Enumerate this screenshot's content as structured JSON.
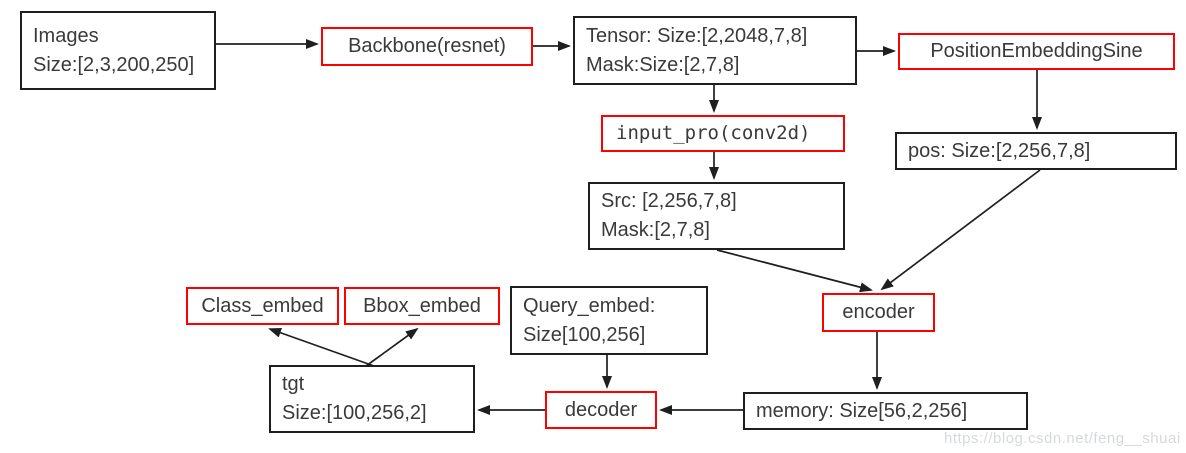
{
  "diagram": {
    "watermark": "https://blog.csdn.net/feng__shuai",
    "colors": {
      "box_border_black": "#1f1f1f",
      "box_border_red": "#fe0000",
      "text": "#3a3a3a",
      "arrow": "#1f1f1f",
      "watermark_text": "#d6d9db"
    },
    "nodes": {
      "images": {
        "lines": [
          "Images",
          "Size:[2,3,200,250]"
        ]
      },
      "backbone": {
        "label": "Backbone(resnet)"
      },
      "tensor": {
        "lines": [
          "Tensor: Size:[2,2048,7,8]",
          "Mask:Size:[2,7,8]"
        ]
      },
      "position_embedding": {
        "label": "PositionEmbeddingSine"
      },
      "input_pro": {
        "label": "input_pro(conv2d)"
      },
      "src": {
        "lines": [
          "Src: [2,256,7,8]",
          "Mask:[2,7,8]"
        ]
      },
      "pos": {
        "label": "pos: Size:[2,256,7,8]"
      },
      "encoder": {
        "label": "encoder"
      },
      "memory": {
        "label": "memory: Size[56,2,256]"
      },
      "query_embed": {
        "lines": [
          "Query_embed:",
          "Size[100,256]"
        ]
      },
      "decoder": {
        "label": "decoder"
      },
      "tgt": {
        "lines": [
          "tgt",
          "Size:[100,256,2]"
        ]
      },
      "class_embed": {
        "label": "Class_embed"
      },
      "bbox_embed": {
        "label": "Bbox_embed"
      }
    },
    "edges": [
      "images -> backbone",
      "backbone -> tensor",
      "tensor -> position_embedding",
      "tensor -> input_pro",
      "input_pro -> src",
      "position_embedding -> pos",
      "src -> encoder",
      "pos -> encoder",
      "encoder -> memory",
      "memory -> decoder",
      "decoder -> tgt",
      "query_embed -> decoder",
      "tgt -> class_embed",
      "tgt -> bbox_embed"
    ]
  }
}
